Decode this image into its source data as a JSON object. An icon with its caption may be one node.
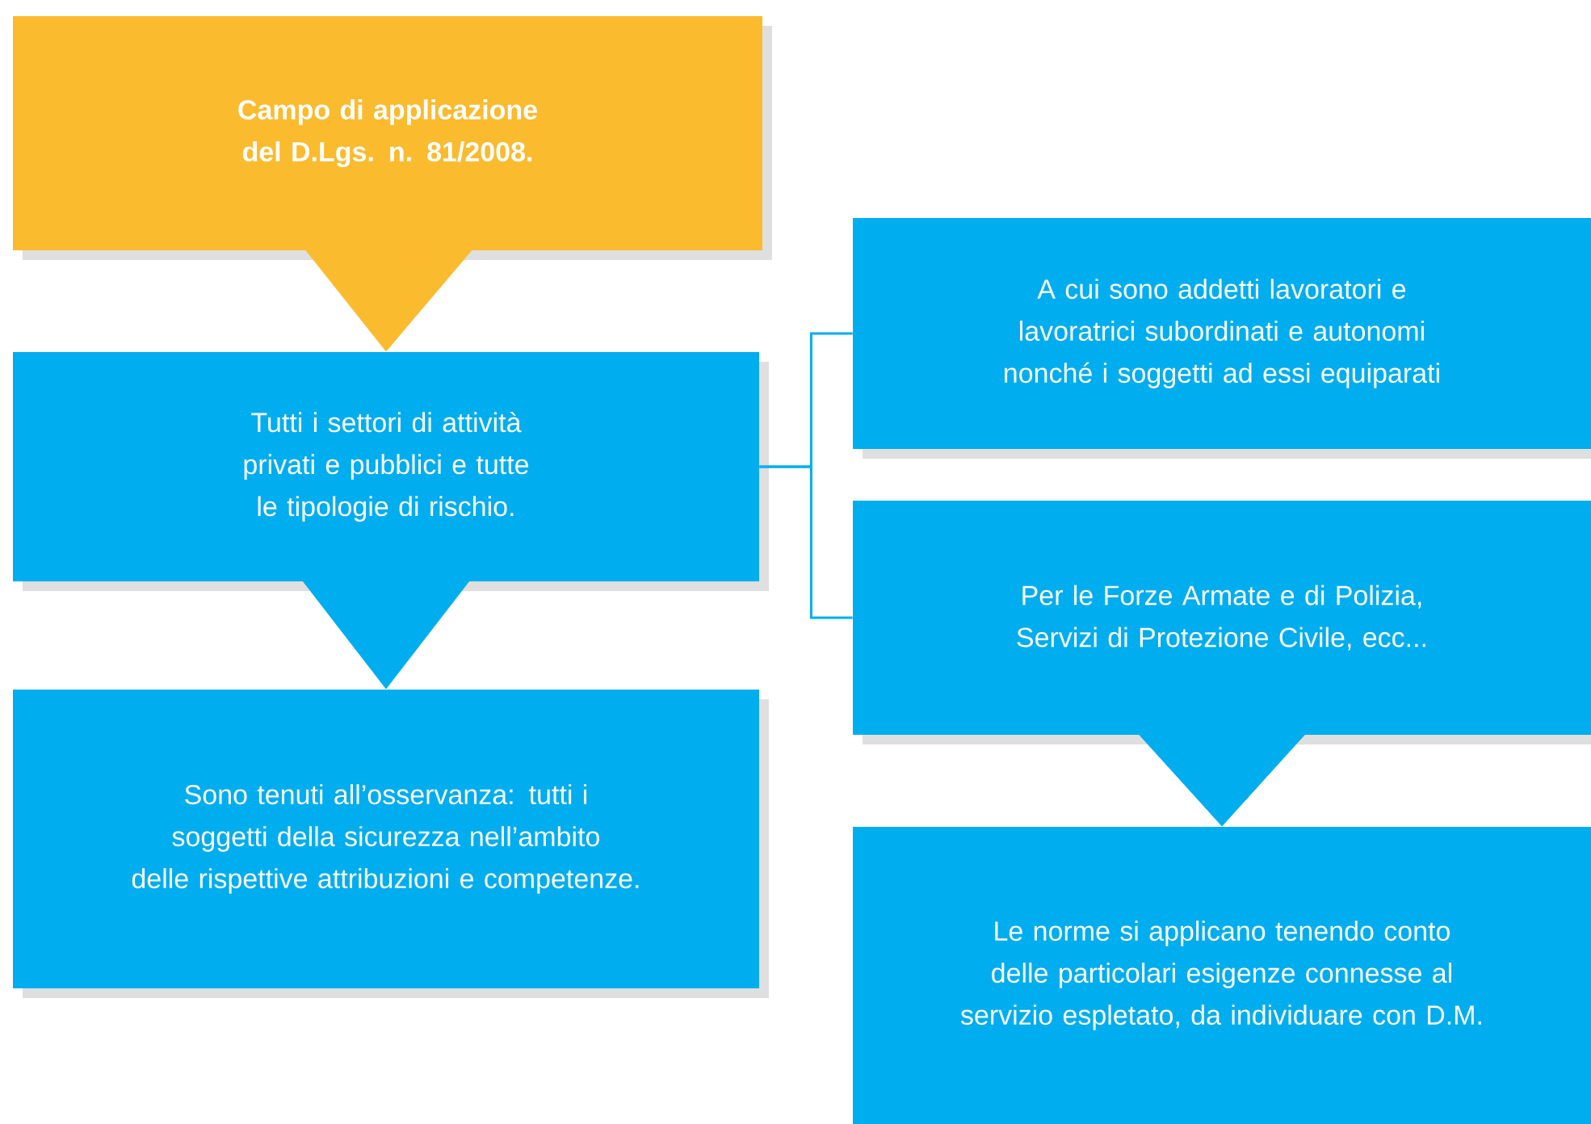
{
  "diagram": {
    "nodes": [
      {
        "text": [
          "Campo di applicazione del D.Lgs. n. 81/2008."
        ]
      },
      {
        "text": [
          "Tutti i settori di attività privati e pubblici e tutte le tipologie di rischio."
        ]
      },
      {
        "text": [
          "Sono tenuti all’osservanza: tutti i soggetti della sicurezza nell’ambito delle rispettive attribuzioni e competenze."
        ]
      },
      {
        "text": [
          "A cui sono addetti lavoratori e lavoratrici subordinati e autonomi nonché i soggetti ad essi equiparati"
        ]
      },
      {
        "text": [
          "Per le Forze Armate e di Polizia, Servizi di Protezione Civile, ecc..."
        ]
      },
      {
        "text": [
          "Le norme si applicano tenendo conto delle particolari esigenze connesse al servizio espletato, da individuare con D.M."
        ]
      }
    ],
    "edges": [
      {
        "from": 0,
        "to": 1,
        "arrow": "to",
        "color": "#fbbb2f"
      },
      {
        "from": 1,
        "to": 2,
        "arrow": "to"
      },
      {
        "from": 1,
        "to": 3,
        "arrow": "none"
      },
      {
        "from": 1,
        "to": 4,
        "arrow": "none"
      },
      {
        "from": 4,
        "to": 5,
        "arrow": "to"
      }
    ]
  }
}
